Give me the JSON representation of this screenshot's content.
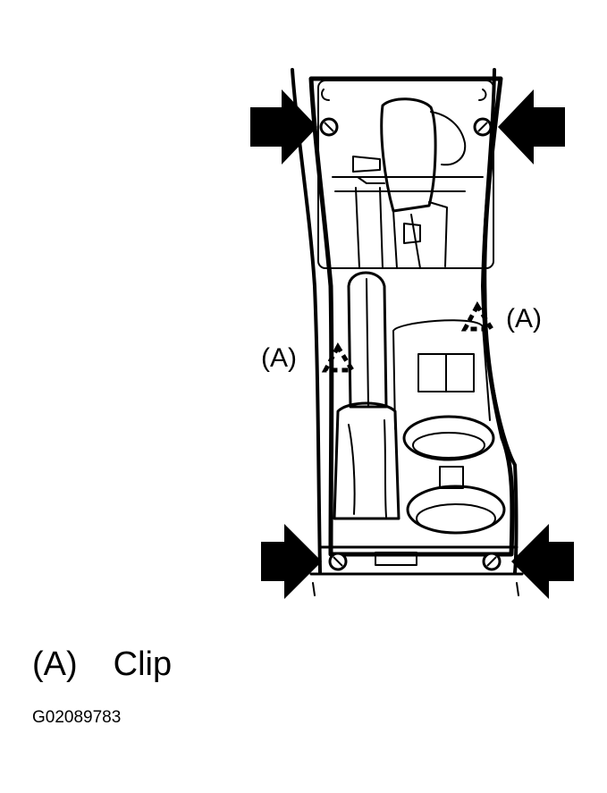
{
  "callouts": {
    "left": "(A)",
    "right": "(A)"
  },
  "legend": {
    "symbol": "(A)",
    "label": "Clip"
  },
  "figure_code": "G02089783",
  "icons": {
    "removal_arrow": "arrow-icon",
    "clip_marker": "clip-icon",
    "screw": "screw-icon"
  },
  "colors": {
    "ink": "#000000",
    "paper": "#ffffff"
  }
}
